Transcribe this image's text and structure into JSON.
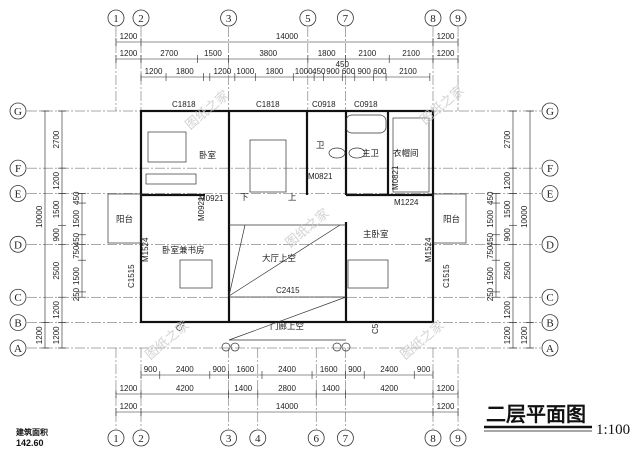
{
  "title": "二层平面图",
  "scale": "1:100",
  "area_label": "建筑面积",
  "area_value": "142.60",
  "axes": {
    "top": [
      {
        "id": "1",
        "mm": -1200
      },
      {
        "id": "2",
        "mm": 0
      },
      {
        "id": "3",
        "mm": 4200
      },
      {
        "id": "5",
        "mm": 8000
      },
      {
        "id": "7",
        "mm": 9800
      },
      {
        "id": "8",
        "mm": 14000
      },
      {
        "id": "9",
        "mm": 15200
      }
    ],
    "bottom": [
      {
        "id": "1",
        "mm": -1200
      },
      {
        "id": "2",
        "mm": 0
      },
      {
        "id": "3",
        "mm": 4200
      },
      {
        "id": "4",
        "mm": 5600
      },
      {
        "id": "6",
        "mm": 8400
      },
      {
        "id": "7",
        "mm": 9800
      },
      {
        "id": "8",
        "mm": 14000
      },
      {
        "id": "9",
        "mm": 15200
      }
    ],
    "rows": [
      {
        "id": "G",
        "mm": 0
      },
      {
        "id": "F",
        "mm": 2700
      },
      {
        "id": "E",
        "mm": 3900
      },
      {
        "id": "D",
        "mm": 6300
      },
      {
        "id": "C",
        "mm": 8800
      },
      {
        "id": "B",
        "mm": 10000
      },
      {
        "id": "A",
        "mm": 11200
      }
    ]
  },
  "dimensions": {
    "top": [
      {
        "start": -1200,
        "values": [
          "1200",
          "14000",
          "1200"
        ],
        "mm": [
          1200,
          14000,
          1200
        ]
      },
      {
        "start": -1200,
        "values": [
          "1200",
          "2700",
          "1500",
          "3800",
          "1800",
          "2100",
          "2100",
          "1200"
        ],
        "mm": [
          1200,
          2700,
          1500,
          3800,
          1800,
          2100,
          2100,
          1200
        ]
      },
      {
        "start": 0,
        "values": [
          "1200",
          "1800",
          "",
          "1200",
          "1000",
          "1800",
          "1000",
          "450",
          "900",
          "600",
          "900",
          "600",
          "2100"
        ],
        "mm": [
          1200,
          1800,
          300,
          1200,
          1000,
          1800,
          1000,
          450,
          900,
          600,
          900,
          600,
          2100
        ]
      }
    ],
    "top_extra": "450",
    "bottom": [
      {
        "start": 0,
        "values": [
          "900",
          "2400",
          "900",
          "1600",
          "2400",
          "1600",
          "900",
          "2400",
          "900"
        ],
        "mm": [
          900,
          2400,
          900,
          1600,
          2400,
          1600,
          900,
          2400,
          900
        ]
      },
      {
        "start": -1200,
        "values": [
          "1200",
          "4200",
          "1400",
          "2800",
          "1400",
          "4200",
          "1200"
        ],
        "mm": [
          1200,
          4200,
          1400,
          2800,
          1400,
          4200,
          1200
        ]
      },
      {
        "start": -1200,
        "values": [
          "1200",
          "14000",
          "1200"
        ],
        "mm": [
          1200,
          14000,
          1200
        ]
      }
    ],
    "left": [
      {
        "start": 0,
        "values": [
          "10000",
          "1200"
        ],
        "mm": [
          10000,
          1200
        ]
      },
      {
        "start": 0,
        "values": [
          "2700",
          "1200",
          "1500",
          "900",
          "2500",
          "1200",
          "1200"
        ],
        "mm": [
          2700,
          1200,
          1500,
          900,
          2500,
          1200,
          1200
        ]
      },
      {
        "start": 3900,
        "values": [
          "450",
          "1500",
          "450",
          "750",
          "1500",
          "250"
        ],
        "mm": [
          450,
          1500,
          450,
          750,
          1500,
          250
        ]
      }
    ],
    "right": [
      {
        "start": 3900,
        "values": [
          "450",
          "1500",
          "450",
          "750",
          "1500",
          "250"
        ],
        "mm": [
          450,
          1500,
          450,
          750,
          1500,
          250
        ]
      },
      {
        "start": 0,
        "values": [
          "2700",
          "1200",
          "1500",
          "900",
          "2500",
          "1200",
          "1200"
        ],
        "mm": [
          2700,
          1200,
          1500,
          900,
          2500,
          1200,
          1200
        ]
      },
      {
        "start": 0,
        "values": [
          "10000",
          "1200"
        ],
        "mm": [
          10000,
          1200
        ]
      }
    ]
  },
  "rooms": {
    "bedroom": "卧室",
    "bath": "卫",
    "master_bath": "主卫",
    "closet": "衣帽间",
    "balcony_left": "阳台",
    "balcony_right": "阳台",
    "bedroom_study": "卧室兼书房",
    "hall_void": "大厅上空",
    "master_bedroom": "主卧室",
    "porch_void": "门廊上空",
    "stair_down": "下",
    "stair_up": "上"
  },
  "openings": {
    "c1818_a": "C1818",
    "c1818_b": "C1818",
    "c0918_a": "C0918",
    "c0918_b": "C0918",
    "m0821_a": "M0821",
    "m0821_b": "M0821",
    "m0921_a": "M0921",
    "m0921_b": "M0921",
    "m1224": "M1224",
    "m1524_a": "M1524",
    "m1524_b": "M1524",
    "c1515_a": "C1515",
    "c1515_b": "C1515",
    "c2415": "C2415",
    "c5_a": "C5",
    "c5_b": "C5"
  },
  "watermark": "图纸之家"
}
